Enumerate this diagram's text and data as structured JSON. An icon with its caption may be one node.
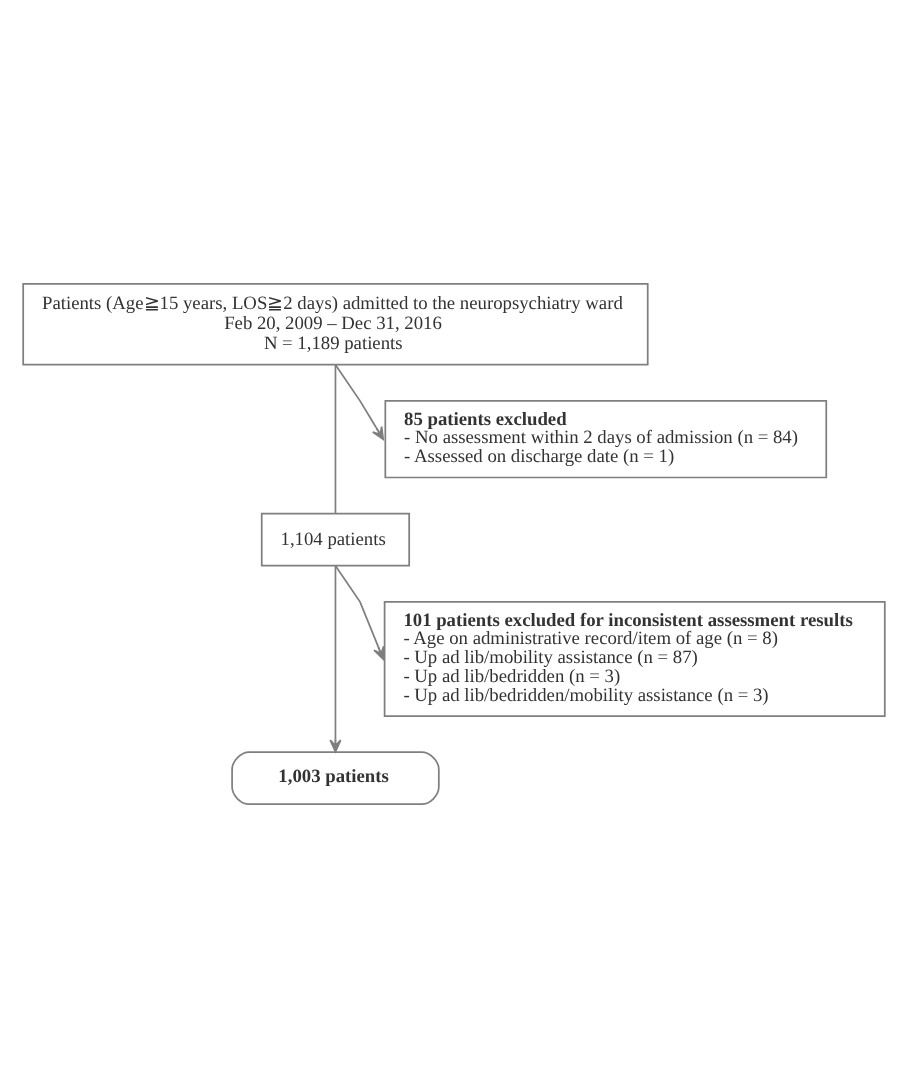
{
  "diagram": {
    "nodes": [
      {
        "text": [
          "Patients (Age≧15 years, LOS≧2 days) admitted to the neuropsychiatry ward",
          "Feb 20, 2009 – Dec 31, 2016",
          "N = 1,189 patients"
        ]
      },
      {
        "text": [
          "85 patients excluded",
          "- No assessment within 2 days of admission (n = 84)",
          "- Assessed on discharge date (n = 1)"
        ]
      },
      {
        "text": [
          "1,104 patients"
        ]
      },
      {
        "text": [
          "101 patients excluded for inconsistent assessment results",
          "- Age on administrative record/item of age (n = 8)",
          "- Up ad lib/mobility assistance (n = 87)",
          "- Up ad lib/bedridden (n = 3)",
          "- Up ad lib/bedridden/mobility assistance (n = 3)"
        ]
      },
      {
        "text": [
          "1,003 patients"
        ]
      }
    ],
    "edges": [
      {
        "from": 0,
        "to": 2,
        "arrow": "none"
      },
      {
        "from": 0,
        "to": 1,
        "arrow": "to"
      },
      {
        "from": 2,
        "to": 4,
        "arrow": "to"
      },
      {
        "from": 2,
        "to": 3,
        "arrow": "to"
      }
    ]
  }
}
